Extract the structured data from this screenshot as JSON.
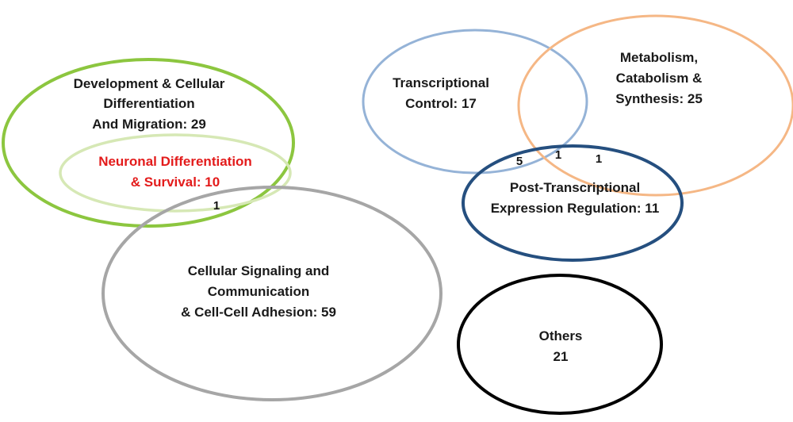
{
  "colors": {
    "development": "#8cc63f",
    "neuronal": "#d6e8b5",
    "neuronal_text": "#e31b1b",
    "signaling": "#a6a6a6",
    "transcriptional": "#95b3d7",
    "metabolism": "#f5b785",
    "post_transcriptional": "#254f7f",
    "others": "#000000",
    "text": "#1a1a1a"
  },
  "sets": {
    "development": {
      "line1": "Development & Cellular",
      "line2": "Differentiation",
      "line3": "And Migration: 29",
      "count": 29
    },
    "neuronal": {
      "line1": "Neuronal Differentiation",
      "line2": "& Survival: 10",
      "count": 10
    },
    "signaling": {
      "line1": "Cellular Signaling and",
      "line2": "Communication",
      "line3": "& Cell-Cell Adhesion: 59",
      "count": 59
    },
    "transcriptional": {
      "line1": "Transcriptional",
      "line2": "Control: 17",
      "count": 17
    },
    "metabolism": {
      "line1": "Metabolism,",
      "line2": "Catabolism &",
      "line3": "Synthesis: 25",
      "count": 25
    },
    "post_transcriptional": {
      "line1": "Post-Transcriptional",
      "line2": "Expression Regulation: 11",
      "count": 11
    },
    "others": {
      "line1": "Others",
      "line2": "21",
      "count": 21
    }
  },
  "overlaps": {
    "development_signaling": "1",
    "transcriptional_post": "5",
    "transcriptional_metabolism_post": "1",
    "metabolism_post": "1"
  }
}
